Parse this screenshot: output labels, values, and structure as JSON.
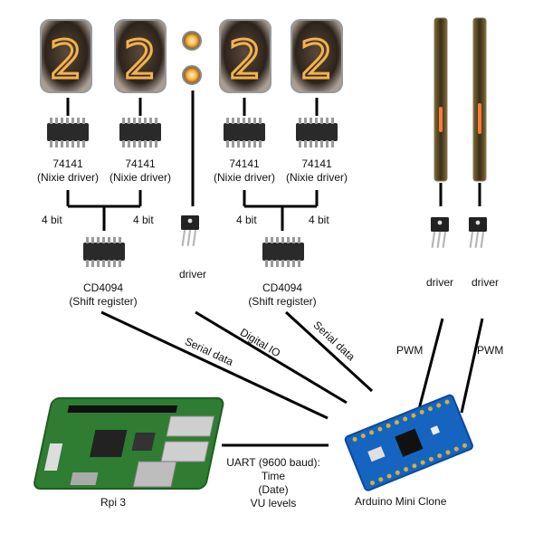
{
  "nixie_digits": [
    "2",
    "2",
    "2",
    "2"
  ],
  "colors": {
    "line": "#000000",
    "nixie_glow": "#f5b24a",
    "bargraph_glow": "#ff7a3a",
    "chip_body": "#2a2a2a",
    "pcb_green": "#2e7d32",
    "arduino_blue": "#1565c0"
  },
  "labels": {
    "nixie_driver_1": [
      "74141",
      "(Nixie driver)"
    ],
    "nixie_driver_2": [
      "74141",
      "(Nixie driver)"
    ],
    "nixie_driver_3": [
      "74141",
      "(Nixie driver)"
    ],
    "nixie_driver_4": [
      "74141",
      "(Nixie driver)"
    ],
    "four_bit": [
      "4 bit",
      "4 bit",
      "4 bit",
      "4 bit"
    ],
    "shift_register_left": [
      "CD4094",
      "(Shift register)"
    ],
    "shift_register_right": [
      "CD4094",
      "(Shift register)"
    ],
    "colon_driver": "driver",
    "bargraph_driver_left": "driver",
    "bargraph_driver_right": "driver",
    "serial_data_left": "Serial data",
    "digital_io": "Digital IO",
    "serial_data_right": "Serial data",
    "pwm_left": "PWM",
    "pwm_right": "PWM",
    "uart": [
      "UART (9600 baud):",
      "Time",
      "(Date)",
      "VU levels"
    ],
    "rpi": "Rpi 3",
    "arduino": "Arduino  Mini Clone"
  },
  "icons": {
    "nixie_tube": "nixie-tube-icon",
    "colon_lamp": "neon-lamp-icon",
    "ic_chip": "dip-ic-icon",
    "transistor": "to126-transistor-icon",
    "bargraph": "bargraph-tube-icon",
    "raspberry_pi": "raspberry-pi-board-icon",
    "arduino": "arduino-mini-board-icon"
  }
}
